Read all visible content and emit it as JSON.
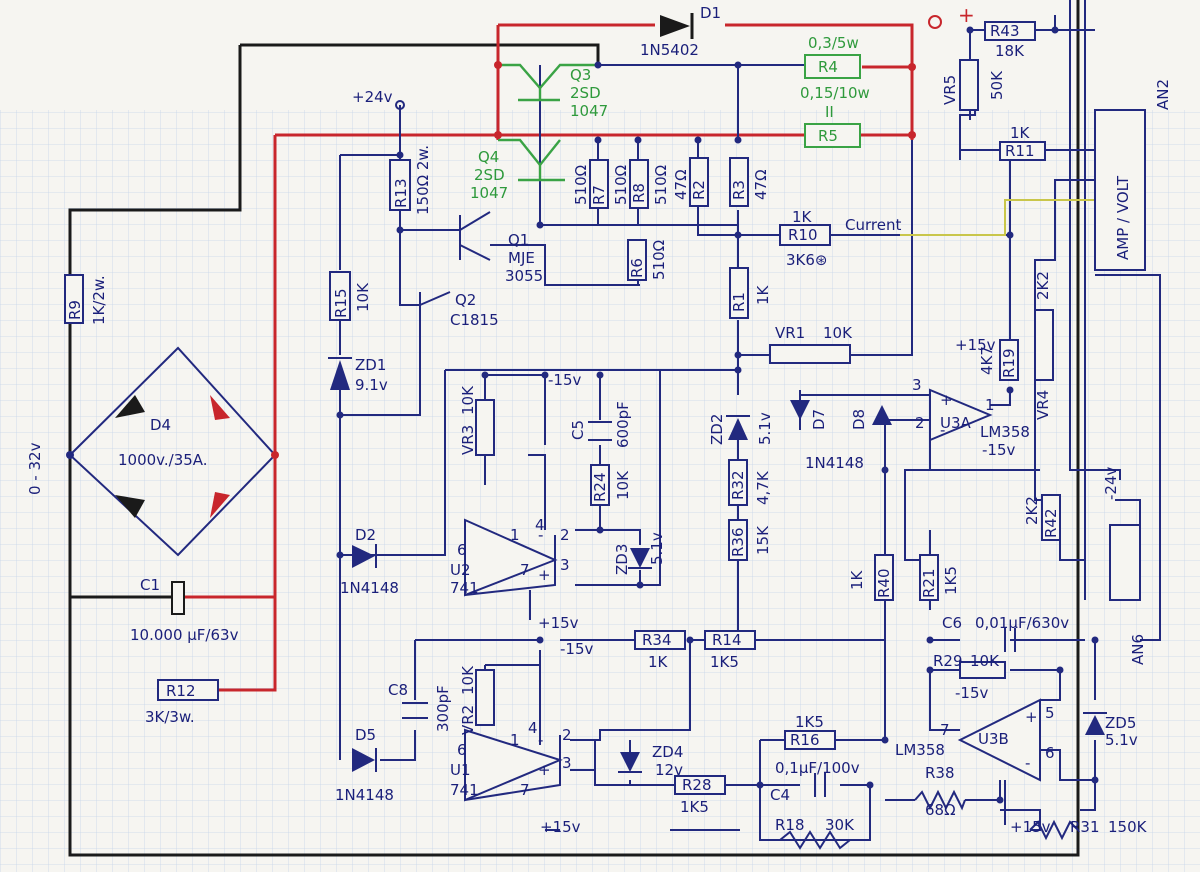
{
  "labels": {
    "d1": "D1",
    "d1p": "1N5402",
    "plus": "+",
    "r4_value": "0,3/5w",
    "r4": "R4",
    "r5_value": "0,15/10w",
    "r5_mark": "II",
    "r5": "R5",
    "q3": "Q3",
    "q3_a": "2SD",
    "q3_b": "1047",
    "q4": "Q4",
    "q4_a": "2SD",
    "q4_b": "1047",
    "q1": "Q1",
    "q1_a": "MJE",
    "q1_b": "3055",
    "q2": "Q2",
    "q2_a": "C1815",
    "plus24v": "+24v",
    "r13": "R13",
    "r13_value": "150Ω 2w.",
    "r7": "R7",
    "r7_value": "510Ω",
    "r8": "R8",
    "r8_value": "510Ω",
    "r8_left": "510Ω",
    "r2": "R2",
    "r2_value": "47Ω",
    "r3": "R3",
    "r3_value": "47Ω",
    "r6": "R6",
    "r6_value": "510Ω",
    "r10": "R10",
    "r10_top": "1K",
    "r10_value": "3K6⊛",
    "current": "Current",
    "r1": "R1",
    "r1_value": "1K",
    "vr1": "VR1",
    "vr1_value": "10K",
    "r43": "R43",
    "r43_value": "18K",
    "vr5": "VR5",
    "vr5_value": "50K",
    "r11": "R11",
    "r11_value": "1K",
    "amp_volt": "AMP / VOLT",
    "an2": "AN2",
    "r9": "R9",
    "r9_value": "1K/2w.",
    "r15": "R15",
    "r15_value": "10K",
    "zd1": "ZD1",
    "zd1_value": "9.1v",
    "input_range": "0 - 32v",
    "d4": "D4",
    "d4_value": "1000v./35A.",
    "c1": "C1",
    "c1_value": "10.000 μF/63v",
    "r12": "R12",
    "r12_value": "3K/3w.",
    "d2": "D2",
    "d2_value": "1N4148",
    "d5": "D5",
    "d5_value": "1N4148",
    "vr3": "VR3",
    "vr3_value": "10K",
    "minus15v": "-15v",
    "c5": "C5",
    "c5_value": "600pF",
    "r24": "R24",
    "r24_value": "10K",
    "zd3": "ZD3",
    "zd3_value": "5.1v",
    "u2": "U2",
    "u2_part": "741",
    "plus15v": "+15v",
    "zd2": "ZD2",
    "zd2_value": "5.1v",
    "r32": "R32",
    "r32_value": "4,7K",
    "r36": "R36",
    "r36_value": "15K",
    "d7": "D7",
    "d8": "D8",
    "d78_part": "1N4148",
    "u3a": "U3A",
    "lm358": "LM358",
    "r19": "R19",
    "r19_value": "4K7",
    "vr4": "VR4",
    "vr4_value": "2K2",
    "r40": "R40",
    "r40_value": "1K",
    "r21": "R21",
    "r21_value": "1K5",
    "r42": "R42",
    "r42_value": "2K2",
    "minus24v": "-24v",
    "an6": "AN6",
    "c6": "C6",
    "c6_value": "0,01μF/630v",
    "r29": "R29",
    "r29_value": "10K",
    "r34": "R34",
    "r34_value": "1K",
    "r14": "R14",
    "r14_value": "1K5",
    "c8": "C8",
    "c8_value": "300pF",
    "vr2": "VR2",
    "vr2_value": "10K",
    "zd4": "ZD4",
    "zd4_value": "12v",
    "u1": "U1",
    "u1_part": "741",
    "r28": "R28",
    "r28_value": "1K5",
    "r16": "R16",
    "r16_value": "1K5",
    "c4": "C4",
    "c4_value": "0,1μF/100v",
    "r18": "R18",
    "r18_value": "30K",
    "u3b": "U3B",
    "u3b_part": "LM358",
    "r38": "R38",
    "r38_value": "68Ω",
    "r31": "R31",
    "r31_value": "150K",
    "zd5": "ZD5",
    "zd5_value": "5.1v",
    "pin1": "1",
    "pin2": "2",
    "pin3": "3",
    "pin4": "4",
    "pin5": "5",
    "pin6": "6",
    "pin7": "7",
    "plus_sign": "+",
    "minus_sign": "-"
  },
  "colors": {
    "ink": "#22297f",
    "red": "#c8262c",
    "black": "#1a1a1a",
    "green": "#3aa345",
    "yellow": "#c9c64a",
    "paper": "#f6f5f1",
    "grid": "#c7d5ea"
  }
}
